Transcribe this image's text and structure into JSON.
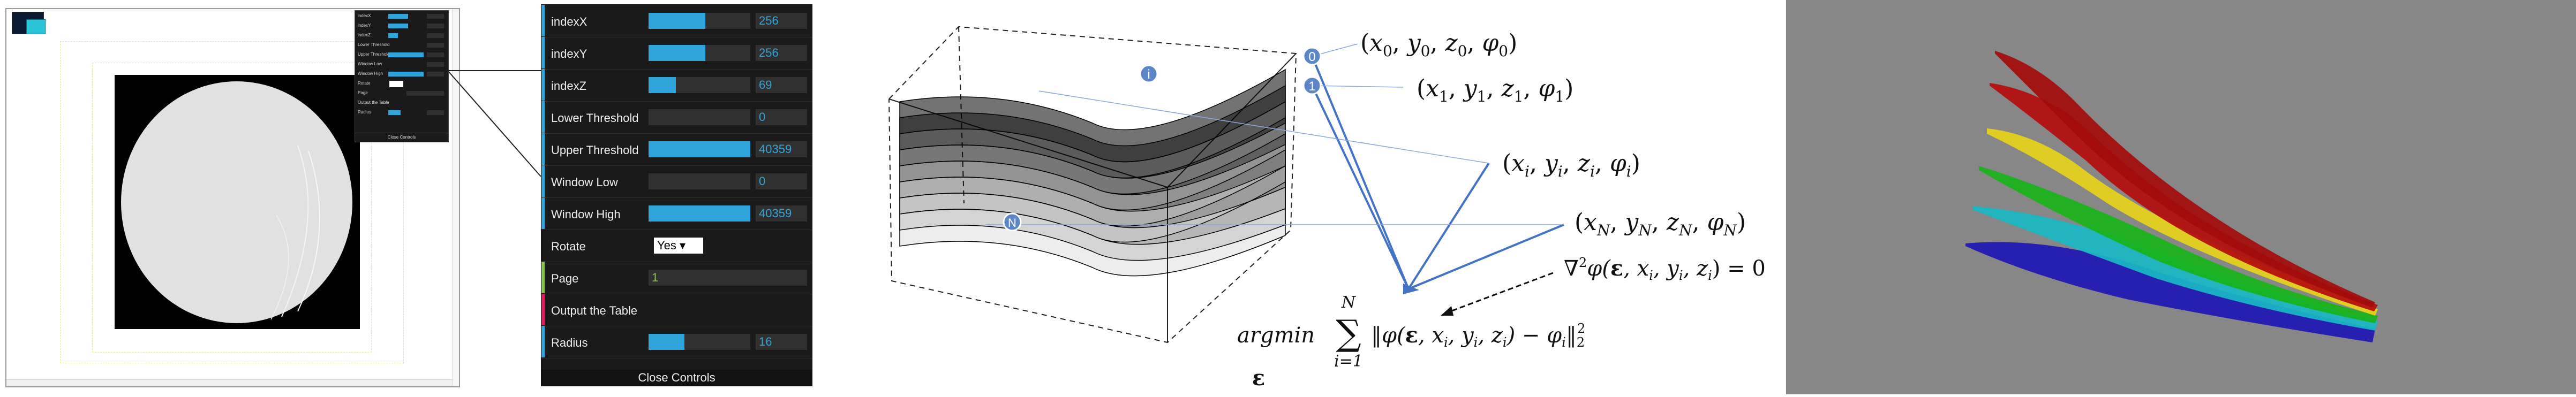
{
  "mini_panel": {
    "rows": [
      {
        "label": "indexX",
        "fill": 0.56
      },
      {
        "label": "indexY",
        "fill": 0.56
      },
      {
        "label": "indexZ",
        "fill": 0.27
      },
      {
        "label": "Lower Threshold",
        "fill": 0.0
      },
      {
        "label": "Upper Threshold",
        "fill": 1.0
      },
      {
        "label": "Window Low",
        "fill": 0.0
      },
      {
        "label": "Window High",
        "fill": 1.0
      },
      {
        "label": "Rotate",
        "fill": 0.0
      },
      {
        "label": "Page",
        "fill": 0.0
      },
      {
        "label": "Output the Table",
        "fill": 0.0
      },
      {
        "label": "Radius",
        "fill": 0.35
      }
    ],
    "close": "Close Controls"
  },
  "controls": {
    "index_x": {
      "label": "indexX",
      "value": "256",
      "fill": 0.56
    },
    "index_y": {
      "label": "indexY",
      "value": "256",
      "fill": 0.56
    },
    "index_z": {
      "label": "indexZ",
      "value": "69",
      "fill": 0.27
    },
    "lower_threshold": {
      "label": "Lower Threshold",
      "value": "0",
      "fill": 0.0
    },
    "upper_threshold": {
      "label": "Upper Threshold",
      "value": "40359",
      "fill": 1.0
    },
    "window_low": {
      "label": "Window Low",
      "value": "0",
      "fill": 0.0
    },
    "window_high": {
      "label": "Window High",
      "value": "40359",
      "fill": 1.0
    },
    "rotate": {
      "label": "Rotate",
      "value": "Yes ▾"
    },
    "page": {
      "label": "Page",
      "value": "1"
    },
    "output_table": {
      "label": "Output the Table"
    },
    "radius": {
      "label": "Radius",
      "value": "16",
      "fill": 0.35
    },
    "close": "Close Controls"
  },
  "diagram": {
    "markers": {
      "zero": "0",
      "one": "1",
      "i": "i",
      "n": "N"
    },
    "points": {
      "p0": [
        "(",
        "x",
        "0",
        ", ",
        "y",
        "0",
        ", ",
        "z",
        "0",
        ", ",
        "φ",
        "0",
        ")"
      ],
      "p1": [
        "(",
        "x",
        "1",
        ", ",
        "y",
        "1",
        ", ",
        "z",
        "1",
        ", ",
        "φ",
        "1",
        ")"
      ],
      "pi": [
        "(",
        "x",
        "i",
        ", ",
        "y",
        "i",
        ", ",
        "z",
        "i",
        ", ",
        "φ",
        "i",
        ")"
      ],
      "pn": [
        "(",
        "x",
        "N",
        ", ",
        "y",
        "N",
        ", ",
        "z",
        "N",
        ", ",
        "φ",
        "N",
        ")"
      ]
    },
    "laplace": {
      "nabla": "∇",
      "sup": "2",
      "body": "φ(",
      "eps": "ε",
      "rest": ", x",
      "i": "i",
      "rest2": ", y",
      "i2": "i",
      "rest3": ", z",
      "i3": "i",
      "end": ") = 0"
    },
    "objective": {
      "argmin": "argmin",
      "sum": "∑",
      "upper": "N",
      "lower": "i=1",
      "body1": "‖φ(",
      "eps": "ε",
      "body2": ", x",
      "s1": "i",
      "body3": ", y",
      "s2": "i",
      "body4": ", z",
      "s3": "i",
      "body5": ") − φ",
      "s4": "i",
      "body6": "‖",
      "sub2": "2",
      "sup2": "2",
      "under": "ε"
    }
  },
  "render_colors": [
    "#1e16b3",
    "#19b9c4",
    "#18b318",
    "#e6d31a",
    "#b30c0c",
    "#a30b0b"
  ]
}
